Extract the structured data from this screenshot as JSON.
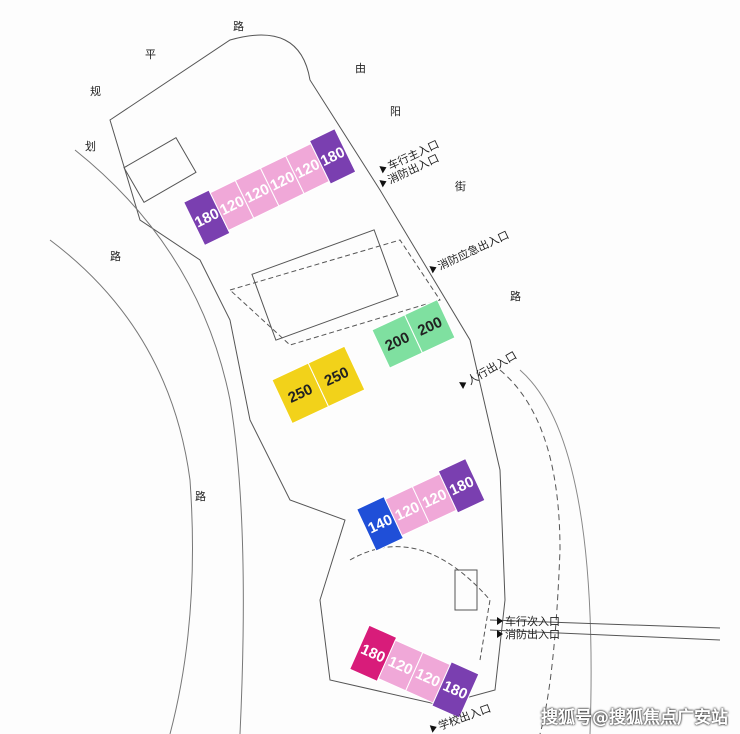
{
  "entrances": [
    {
      "id": "main-vehicle",
      "label": "车行主入口"
    },
    {
      "id": "fire-1",
      "label": "消防出入口"
    },
    {
      "id": "fire-emergency",
      "label": "消防应急出入口"
    },
    {
      "id": "pedestrian",
      "label": "人行出入口"
    },
    {
      "id": "secondary-vehicle",
      "label": "车行次入口"
    },
    {
      "id": "fire-2",
      "label": "消防出入口"
    },
    {
      "id": "school",
      "label": "学校出入口"
    }
  ],
  "road_chars": [
    "平",
    "路",
    "规",
    "划",
    "路",
    "由",
    "阳",
    "街",
    "路",
    "路"
  ],
  "colors": {
    "purple": "#7a3fb0",
    "pink": "#f0a8d8",
    "green": "#7fe0a0",
    "yellow": "#f2d21a",
    "blue": "#1f4fd8",
    "magenta": "#d81c7a"
  },
  "buildings": [
    {
      "name": "north-row",
      "units": [
        {
          "area": "180",
          "color": "purple"
        },
        {
          "area": "120",
          "color": "pink"
        },
        {
          "area": "120",
          "color": "pink"
        },
        {
          "area": "120",
          "color": "pink"
        },
        {
          "area": "120",
          "color": "pink"
        },
        {
          "area": "180",
          "color": "purple"
        }
      ]
    },
    {
      "name": "green-block",
      "units": [
        {
          "area": "200",
          "color": "green"
        },
        {
          "area": "200",
          "color": "green"
        }
      ]
    },
    {
      "name": "yellow-block",
      "units": [
        {
          "area": "250",
          "color": "yellow"
        },
        {
          "area": "250",
          "color": "yellow"
        }
      ]
    },
    {
      "name": "middle-row",
      "units": [
        {
          "area": "140",
          "color": "blue"
        },
        {
          "area": "120",
          "color": "pink"
        },
        {
          "area": "120",
          "color": "pink"
        },
        {
          "area": "180",
          "color": "purple"
        }
      ]
    },
    {
      "name": "south-row",
      "units": [
        {
          "area": "180",
          "color": "magenta"
        },
        {
          "area": "120",
          "color": "pink"
        },
        {
          "area": "120",
          "color": "pink"
        },
        {
          "area": "180",
          "color": "purple"
        }
      ]
    }
  ],
  "watermark": "搜狐号@搜狐焦点广安站"
}
